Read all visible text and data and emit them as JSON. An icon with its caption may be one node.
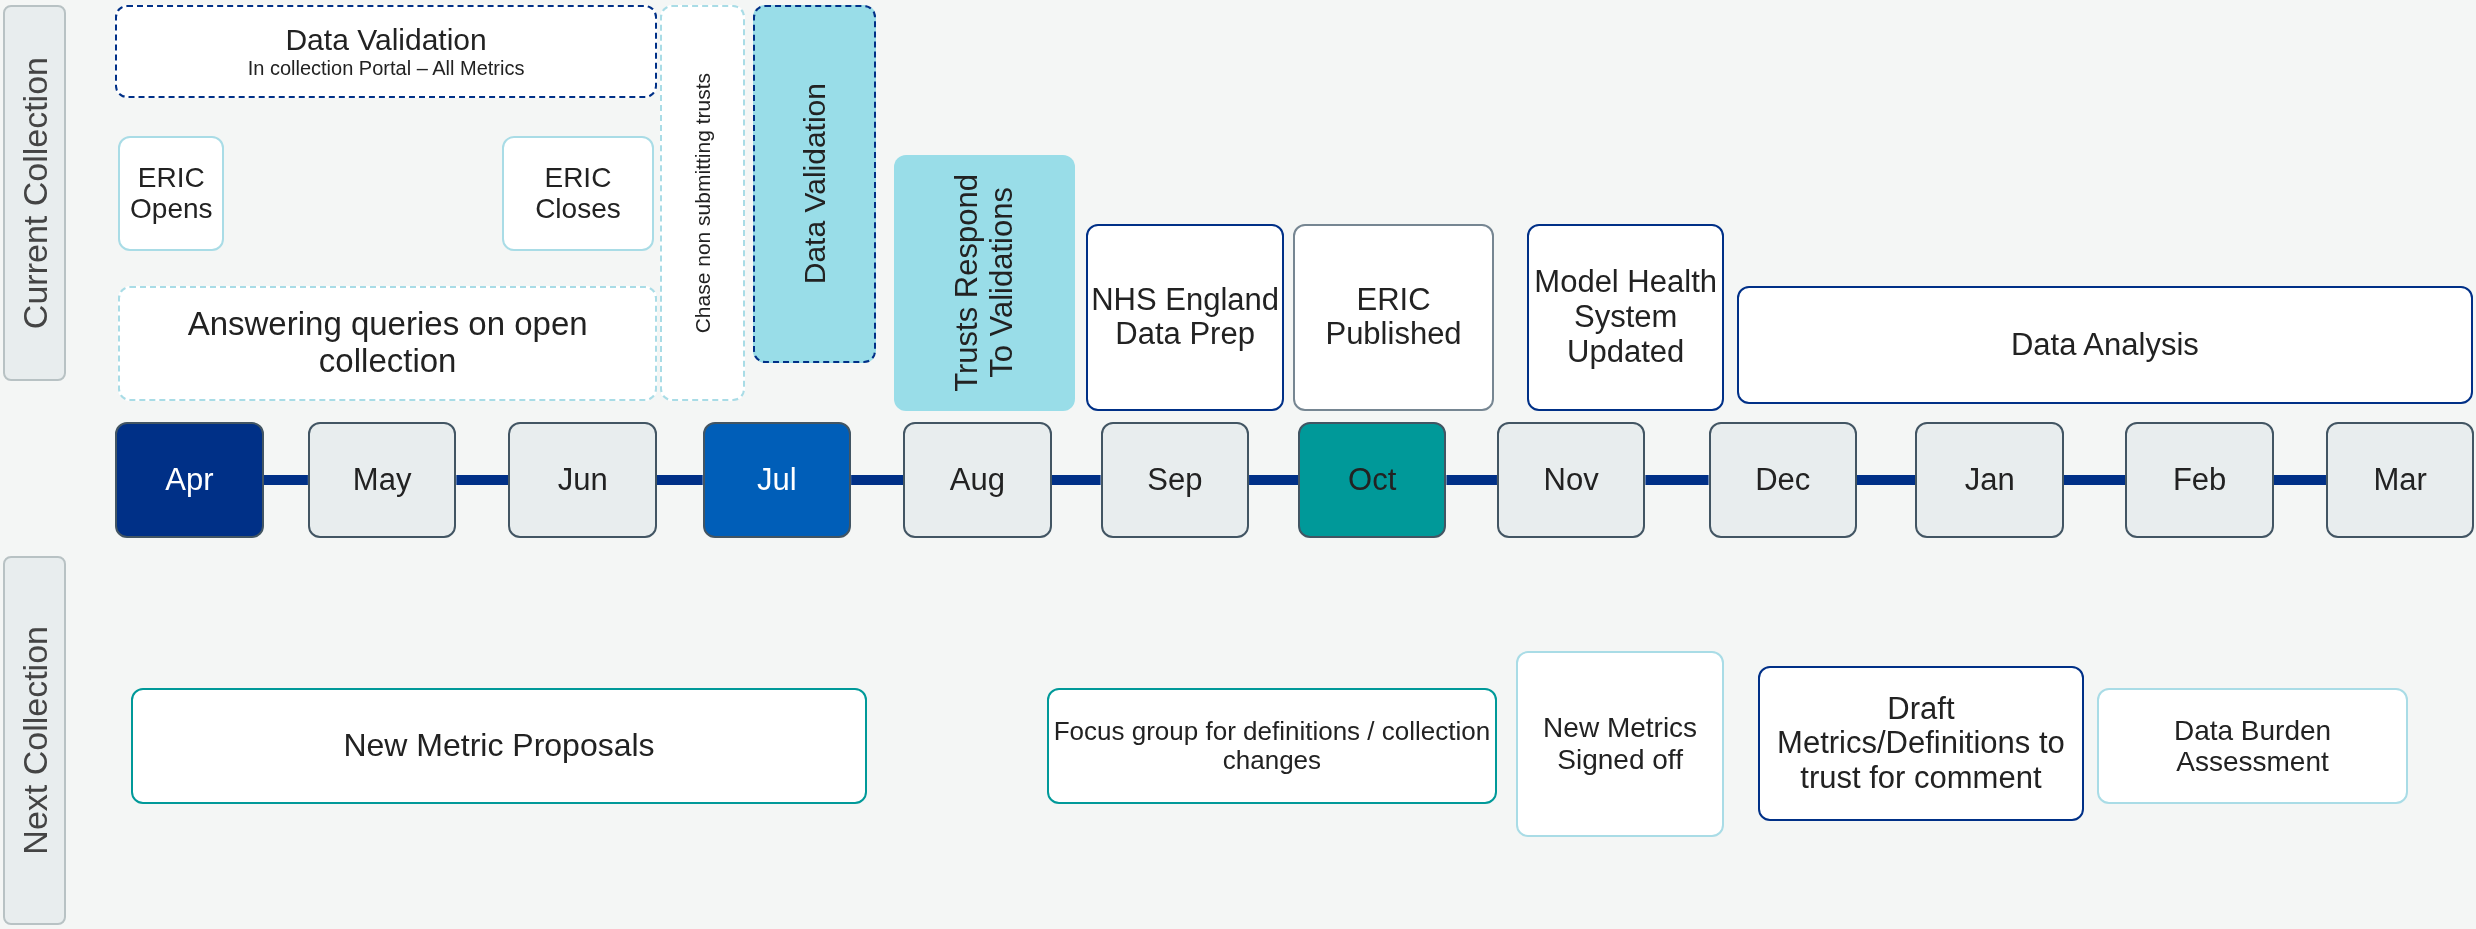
{
  "diagram": {
    "nodes": [
      {
        "text": [
          "Current Collection"
        ]
      },
      {
        "text": [
          "Data Validation",
          "In collection Portal – All Metrics"
        ]
      },
      {
        "text": [
          "Chase non submitting trusts"
        ]
      },
      {
        "text": [
          "Data Validation"
        ]
      },
      {
        "text": [
          "ERIC Opens"
        ]
      },
      {
        "text": [
          "ERIC Closes"
        ]
      },
      {
        "text": [
          "Answering queries on open collection"
        ]
      },
      {
        "text": [
          "Trusts Respond To Validations"
        ]
      },
      {
        "text": [
          "NHS England Data Prep"
        ]
      },
      {
        "text": [
          "ERIC Published"
        ]
      },
      {
        "text": [
          "Model Health System Updated"
        ]
      },
      {
        "text": [
          "Data Analysis"
        ]
      },
      {
        "text": [
          "Apr"
        ]
      },
      {
        "text": [
          "May"
        ]
      },
      {
        "text": [
          "Jun"
        ]
      },
      {
        "text": [
          "Jul"
        ]
      },
      {
        "text": [
          "Aug"
        ]
      },
      {
        "text": [
          "Sep"
        ]
      },
      {
        "text": [
          "Oct"
        ]
      },
      {
        "text": [
          "Nov"
        ]
      },
      {
        "text": [
          "Dec"
        ]
      },
      {
        "text": [
          "Jan"
        ]
      },
      {
        "text": [
          "Feb"
        ]
      },
      {
        "text": [
          "Mar"
        ]
      },
      {
        "text": [
          "Next Collection"
        ]
      },
      {
        "text": [
          "New Metric Proposals"
        ]
      },
      {
        "text": [
          "Focus group for definitions / collection changes"
        ]
      },
      {
        "text": [
          "New Metrics Signed off"
        ]
      },
      {
        "text": [
          "Draft Metrics/Definitions to trust for comment"
        ]
      },
      {
        "text": [
          "Data Burden Assessment"
        ]
      }
    ],
    "edges": [
      {
        "from": 12,
        "to": 13,
        "arrow": "none"
      },
      {
        "from": 13,
        "to": 14,
        "arrow": "none"
      },
      {
        "from": 14,
        "to": 15,
        "arrow": "none"
      },
      {
        "from": 15,
        "to": 16,
        "arrow": "none"
      },
      {
        "from": 16,
        "to": 17,
        "arrow": "none"
      },
      {
        "from": 17,
        "to": 18,
        "arrow": "none"
      },
      {
        "from": 18,
        "to": 19,
        "arrow": "none"
      },
      {
        "from": 19,
        "to": 20,
        "arrow": "none"
      },
      {
        "from": 20,
        "to": 21,
        "arrow": "none"
      },
      {
        "from": 21,
        "to": 22,
        "arrow": "none"
      },
      {
        "from": 22,
        "to": 23,
        "arrow": "none"
      }
    ]
  }
}
